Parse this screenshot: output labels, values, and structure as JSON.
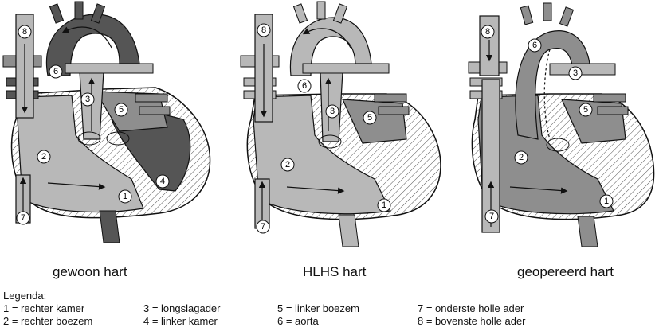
{
  "captions": {
    "normal": "gewoon hart",
    "hlhs": "HLHS hart",
    "operated": "geopereerd hart"
  },
  "legend": {
    "title": "Legenda:",
    "items": [
      "1 = rechter kamer",
      "2 = rechter boezem",
      "3 = longslagader",
      "4 = linker kamer",
      "5 = linker boezem",
      "6 = aorta",
      "7 = onderste holle ader",
      "8 = bovenste holle ader"
    ]
  },
  "markers": [
    "1",
    "2",
    "3",
    "4",
    "5",
    "6",
    "7",
    "8"
  ],
  "colors": {
    "outline": "#1a1a1a",
    "light": "#b8b8b8",
    "mid": "#8e8e8e",
    "dark": "#555555",
    "hatch": "#cfcfcf"
  }
}
